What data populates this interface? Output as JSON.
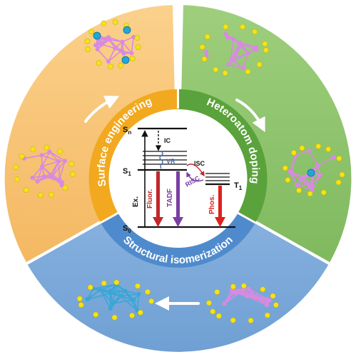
{
  "sectors": {
    "surface": "Surface engineering",
    "heteroatom": "Heteroatom doping",
    "structural": "Structural isomerization"
  },
  "levels": {
    "sn": "S",
    "sn_sub": "n",
    "s1": "S",
    "s1_sub": "1",
    "s0": "S",
    "s0_sub": "0",
    "t1": "T",
    "t1_sub": "1"
  },
  "transitions": {
    "ic": "IC",
    "vr": "VR",
    "isc": "ISC",
    "risc": "RISC",
    "ex": "Ex.",
    "fluor": "Fluor.",
    "tadf": "TADF",
    "phos": "Phos."
  },
  "colors": {
    "surface": "#f7c57a",
    "heteroatom": "#8ec46c",
    "structural": "#7aa7d9",
    "fluor": "#c0282a",
    "tadf": "#7b3fa3",
    "phos": "#e0201c",
    "risc": "#7b3fa3"
  }
}
